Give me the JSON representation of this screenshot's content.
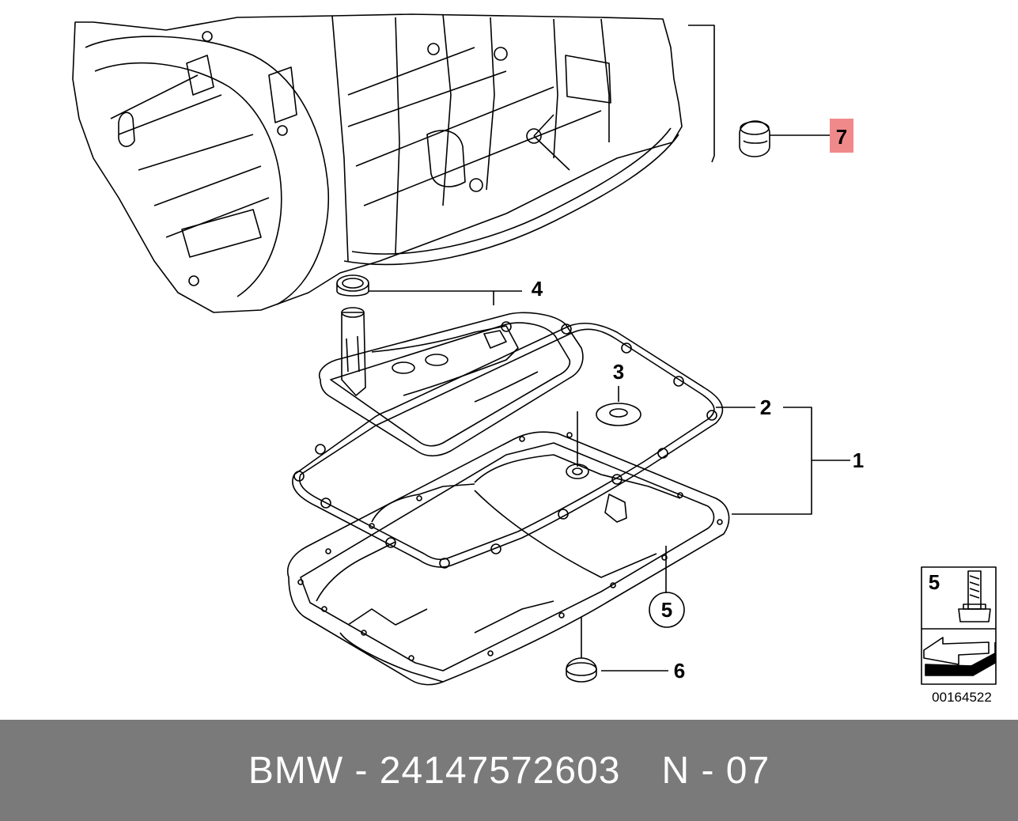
{
  "diagram": {
    "callouts": {
      "c1": "1",
      "c2": "2",
      "c3": "3",
      "c4": "4",
      "c5": "5",
      "c6": "6",
      "c7": "7"
    },
    "legend": {
      "number": "5"
    },
    "image_number": "00164522",
    "highlight_color": "#f08a8a"
  },
  "footer": {
    "brand": "BMW",
    "dash1": "-",
    "part_number": "24147572603",
    "ref_prefix": "N",
    "dash2": "-",
    "ref_number": "07",
    "background": "#7a7a7a"
  }
}
